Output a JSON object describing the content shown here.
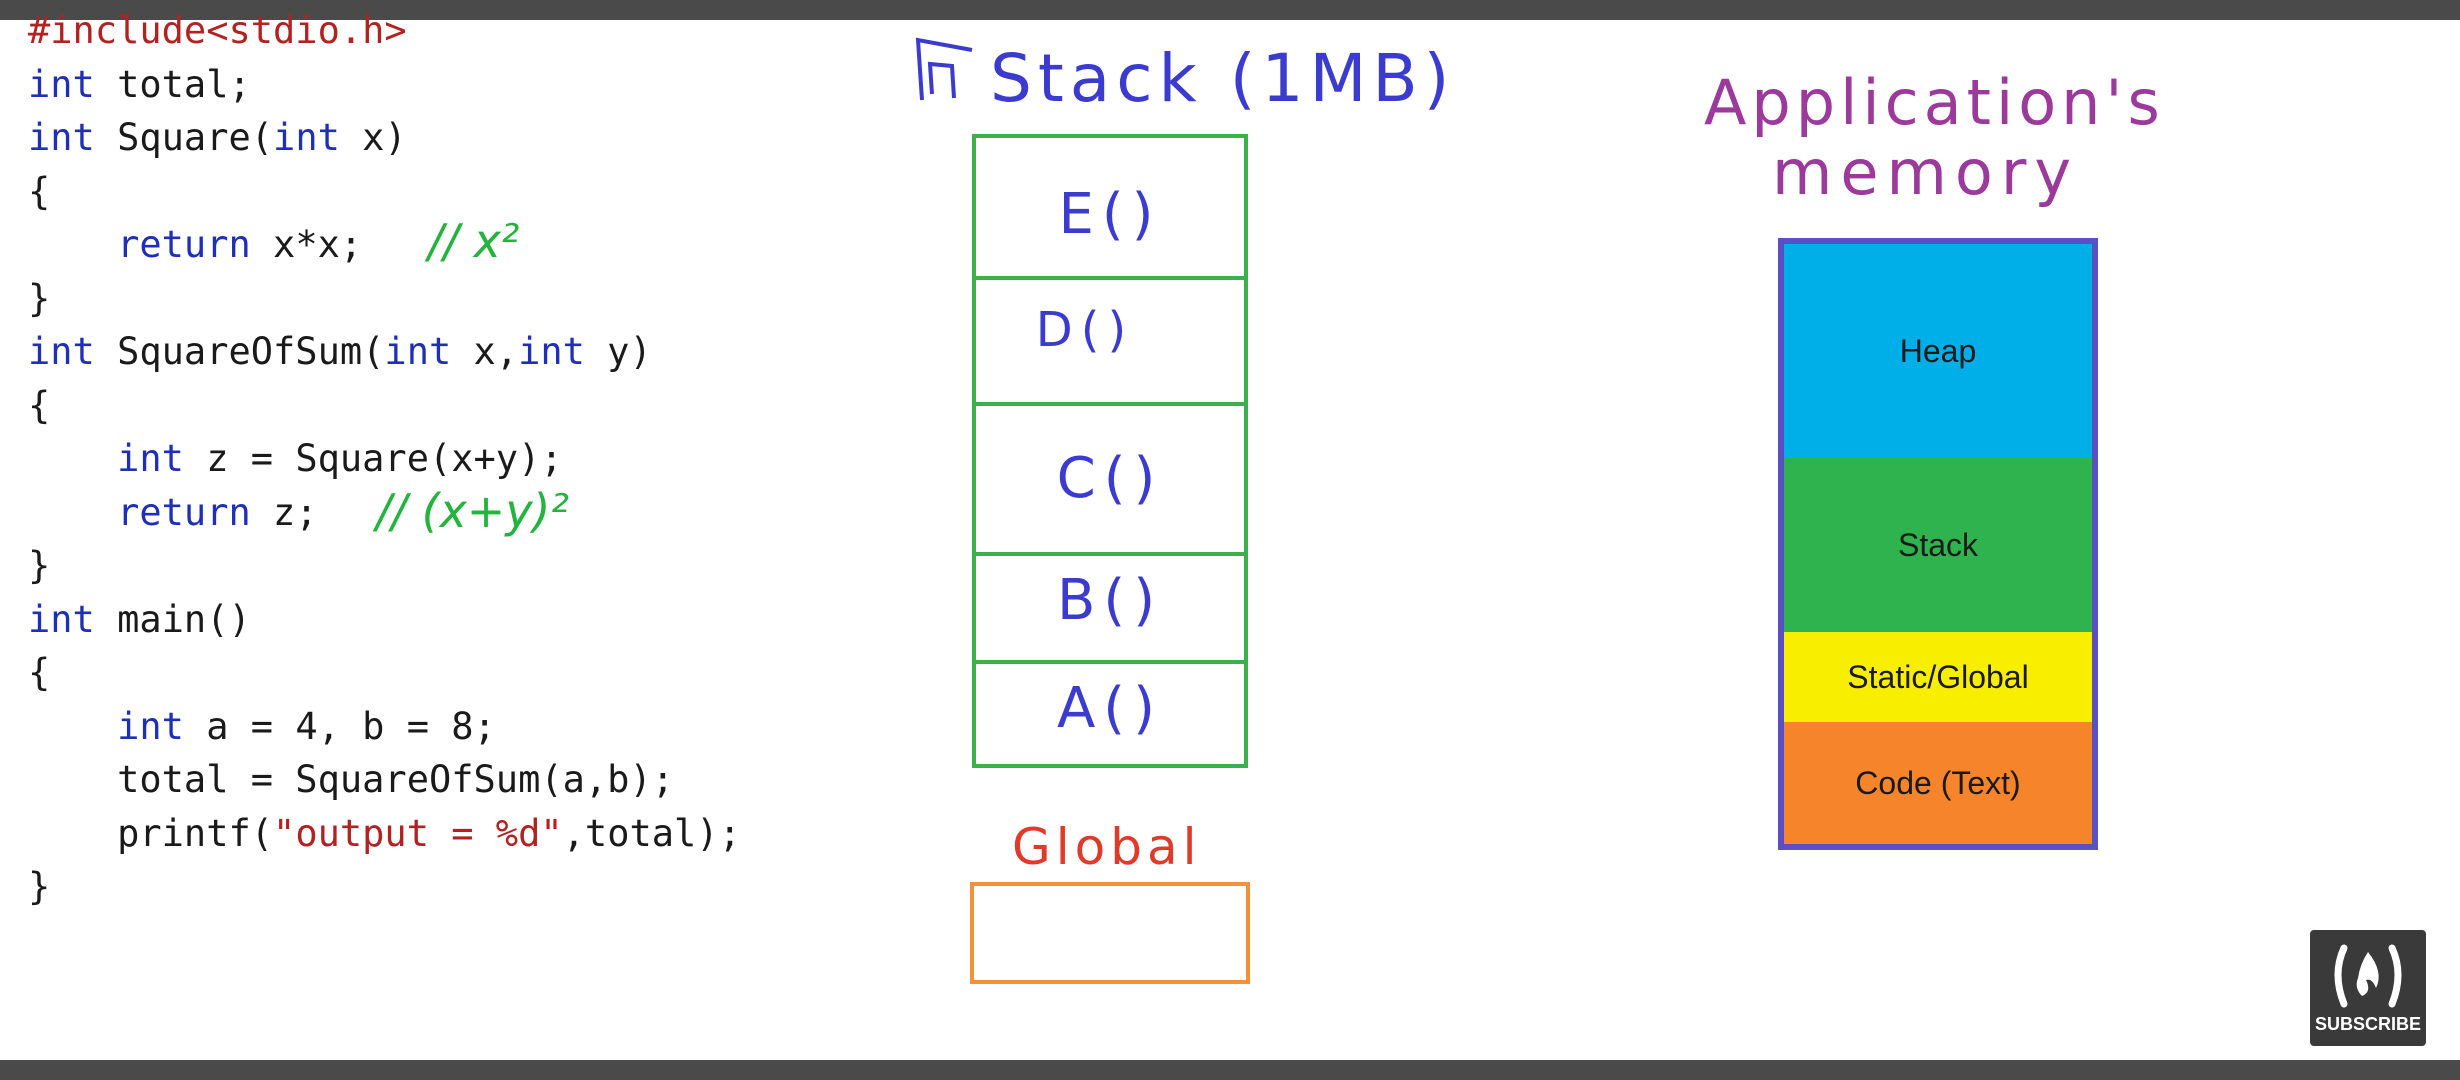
{
  "code": [
    {
      "segments": [
        {
          "t": "#include<stdio.h>",
          "c": "inc"
        }
      ]
    },
    {
      "segments": [
        {
          "t": "int",
          "c": "kw"
        },
        {
          "t": " total;"
        }
      ]
    },
    {
      "segments": [
        {
          "t": "int",
          "c": "kw"
        },
        {
          "t": " Square("
        },
        {
          "t": "int",
          "c": "kw"
        },
        {
          "t": " x)"
        }
      ]
    },
    {
      "segments": [
        {
          "t": "{"
        }
      ]
    },
    {
      "segments": [
        {
          "t": "    "
        },
        {
          "t": "return",
          "c": "kw"
        },
        {
          "t": " x*x;"
        }
      ]
    },
    {
      "segments": [
        {
          "t": "}"
        }
      ]
    },
    {
      "segments": [
        {
          "t": "int",
          "c": "kw"
        },
        {
          "t": " SquareOfSum("
        },
        {
          "t": "int",
          "c": "kw"
        },
        {
          "t": " x,"
        },
        {
          "t": "int",
          "c": "kw"
        },
        {
          "t": " y)"
        }
      ]
    },
    {
      "segments": [
        {
          "t": "{"
        }
      ]
    },
    {
      "segments": [
        {
          "t": "    "
        },
        {
          "t": "int",
          "c": "kw"
        },
        {
          "t": " z = Square(x+y);"
        }
      ]
    },
    {
      "segments": [
        {
          "t": "    "
        },
        {
          "t": "return",
          "c": "kw"
        },
        {
          "t": " z;"
        }
      ]
    },
    {
      "segments": [
        {
          "t": "}"
        }
      ]
    },
    {
      "segments": [
        {
          "t": "int",
          "c": "kw"
        },
        {
          "t": " main()"
        }
      ]
    },
    {
      "segments": [
        {
          "t": "{"
        }
      ]
    },
    {
      "segments": [
        {
          "t": "    "
        },
        {
          "t": "int",
          "c": "kw"
        },
        {
          "t": " a = 4, b = 8;"
        }
      ]
    },
    {
      "segments": [
        {
          "t": "    total = SquareOfSum(a,b);"
        }
      ]
    },
    {
      "segments": [
        {
          "t": "    printf("
        },
        {
          "t": "\"output = %d\"",
          "c": "str"
        },
        {
          "t": ",total);"
        }
      ]
    },
    {
      "segments": [
        {
          "t": "}"
        }
      ]
    }
  ],
  "annotations": {
    "square_comment": "// x²",
    "sum_comment": "// (x+y)²"
  },
  "stack": {
    "title": "Stack (1MB)",
    "frames": [
      "E()",
      "D()",
      "C()",
      "B()",
      "A()"
    ]
  },
  "global": {
    "label": "Global"
  },
  "app_memory": {
    "title_line1": "Application's",
    "title_line2": "memory",
    "segments": [
      {
        "label": "Heap",
        "color": "#00aee8"
      },
      {
        "label": "Stack",
        "color": "#2fb34e"
      },
      {
        "label": "Static/Global",
        "color": "#f7ee00"
      },
      {
        "label": "Code (Text)",
        "color": "#f5842b"
      }
    ]
  },
  "branding": {
    "subscribe_label": "SUBSCRIBE"
  }
}
